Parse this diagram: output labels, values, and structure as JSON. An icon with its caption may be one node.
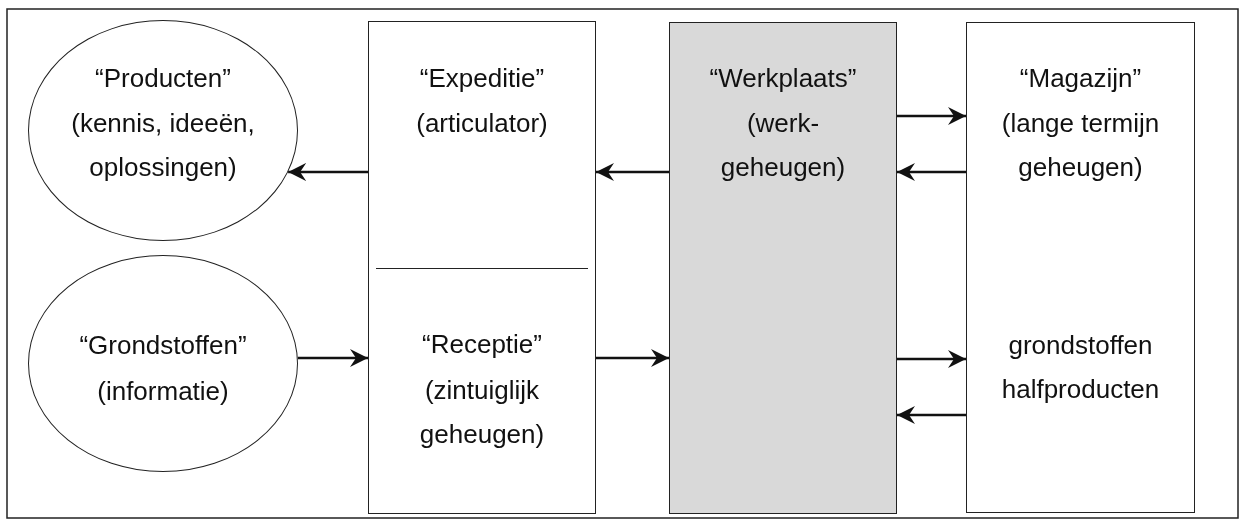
{
  "diagram": {
    "nodes": [
      {
        "text": [
          "“Producten”",
          "(kennis, ideeën, oplossingen)"
        ]
      },
      {
        "text": [
          "“Grondstoffen”",
          "(informatie)"
        ]
      },
      {
        "text": [
          "“Expeditie”",
          "(articulator)"
        ]
      },
      {
        "text": [
          "“Receptie”",
          "(zintuiglijk geheugen)"
        ]
      },
      {
        "text": [
          "“Werkplaats”",
          "(werk- geheugen)"
        ]
      },
      {
        "text": [
          "“Magazijn”",
          "(lange termijn geheugen)",
          "grondstoffen halfproducten"
        ]
      }
    ],
    "edges": [
      {
        "from": 2,
        "to": 0,
        "arrow": "to"
      },
      {
        "from": 1,
        "to": 3,
        "arrow": "to"
      },
      {
        "from": 3,
        "to": 4,
        "arrow": "to"
      },
      {
        "from": 4,
        "to": 2,
        "arrow": "to"
      },
      {
        "from": 4,
        "to": 5,
        "arrow": "to"
      },
      {
        "from": 5,
        "to": 4,
        "arrow": "to"
      },
      {
        "from": 4,
        "to": 5,
        "arrow": "to"
      },
      {
        "from": 5,
        "to": 4,
        "arrow": "to"
      }
    ]
  }
}
